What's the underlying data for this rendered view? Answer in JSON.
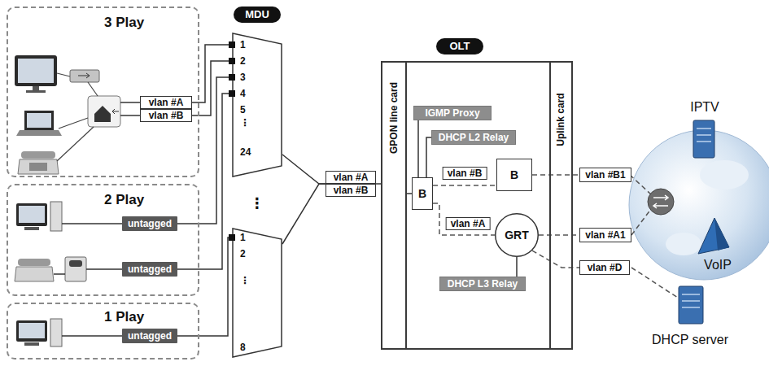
{
  "diagram": {
    "nodes": [
      {
        "text": [
          "3 Play"
        ]
      },
      {
        "text": [
          "vlan #A"
        ],
        "in": 0
      },
      {
        "text": [
          "vlan #B"
        ],
        "in": 0
      },
      {
        "text": [
          "2 Play"
        ]
      },
      {
        "text": [
          "untagged"
        ],
        "in": 3
      },
      {
        "text": [
          "untagged"
        ],
        "in": 3
      },
      {
        "text": [
          "1 Play"
        ]
      },
      {
        "text": [
          "untagged"
        ],
        "in": 6
      },
      {
        "text": [
          "MDU",
          "1",
          "2",
          "3",
          "4",
          "5",
          "⋮",
          "24"
        ]
      },
      {
        "text": [
          "1",
          "2",
          "⋮",
          "8"
        ]
      },
      {
        "text": [
          "vlan #A"
        ]
      },
      {
        "text": [
          "vlan #B"
        ]
      },
      {
        "text": [
          "OLT"
        ]
      },
      {
        "text": [
          "GPON line card"
        ],
        "in": 12
      },
      {
        "text": [
          "Uplink card"
        ],
        "in": 12
      },
      {
        "text": [
          "IGMP Proxy"
        ],
        "in": 12
      },
      {
        "text": [
          "DHCP L2 Relay"
        ],
        "in": 12
      },
      {
        "text": [
          "B"
        ],
        "in": 12
      },
      {
        "text": [
          "B"
        ],
        "in": 12
      },
      {
        "text": [
          "GRT"
        ],
        "in": 12
      },
      {
        "text": [
          "DHCP L3 Relay"
        ],
        "in": 12
      },
      {
        "text": [
          "vlan #B1"
        ]
      },
      {
        "text": [
          "vlan #A1"
        ]
      },
      {
        "text": [
          "vlan #D"
        ]
      }
    ],
    "edges": [
      {
        "from": 1,
        "to": 8,
        "arrow": "none"
      },
      {
        "from": 2,
        "to": 8,
        "arrow": "none"
      },
      {
        "from": 4,
        "to": 8,
        "arrow": "none"
      },
      {
        "from": 5,
        "to": 8,
        "arrow": "none"
      },
      {
        "from": 7,
        "to": 9,
        "arrow": "none"
      },
      {
        "from": 8,
        "to": 10,
        "arrow": "none"
      },
      {
        "from": 9,
        "to": 10,
        "arrow": "none"
      },
      {
        "from": 11,
        "to": 13,
        "arrow": "none"
      },
      {
        "from": 13,
        "to": 17,
        "arrow": "none"
      },
      {
        "from": 15,
        "to": 17,
        "arrow": "none"
      },
      {
        "from": 16,
        "to": 17,
        "arrow": "none"
      },
      {
        "from": 17,
        "to": 18,
        "label": "vlan #B",
        "arrow": "none"
      },
      {
        "from": 17,
        "to": 19,
        "label": "vlan #A",
        "arrow": "none"
      },
      {
        "from": 20,
        "to": 19,
        "arrow": "none"
      },
      {
        "from": 18,
        "to": 21,
        "arrow": "none"
      },
      {
        "from": 19,
        "to": 22,
        "arrow": "none"
      },
      {
        "from": 19,
        "to": 23,
        "arrow": "none"
      }
    ],
    "labels": [
      "⋮",
      "IPTV",
      "VoIP",
      "DHCP server"
    ]
  }
}
